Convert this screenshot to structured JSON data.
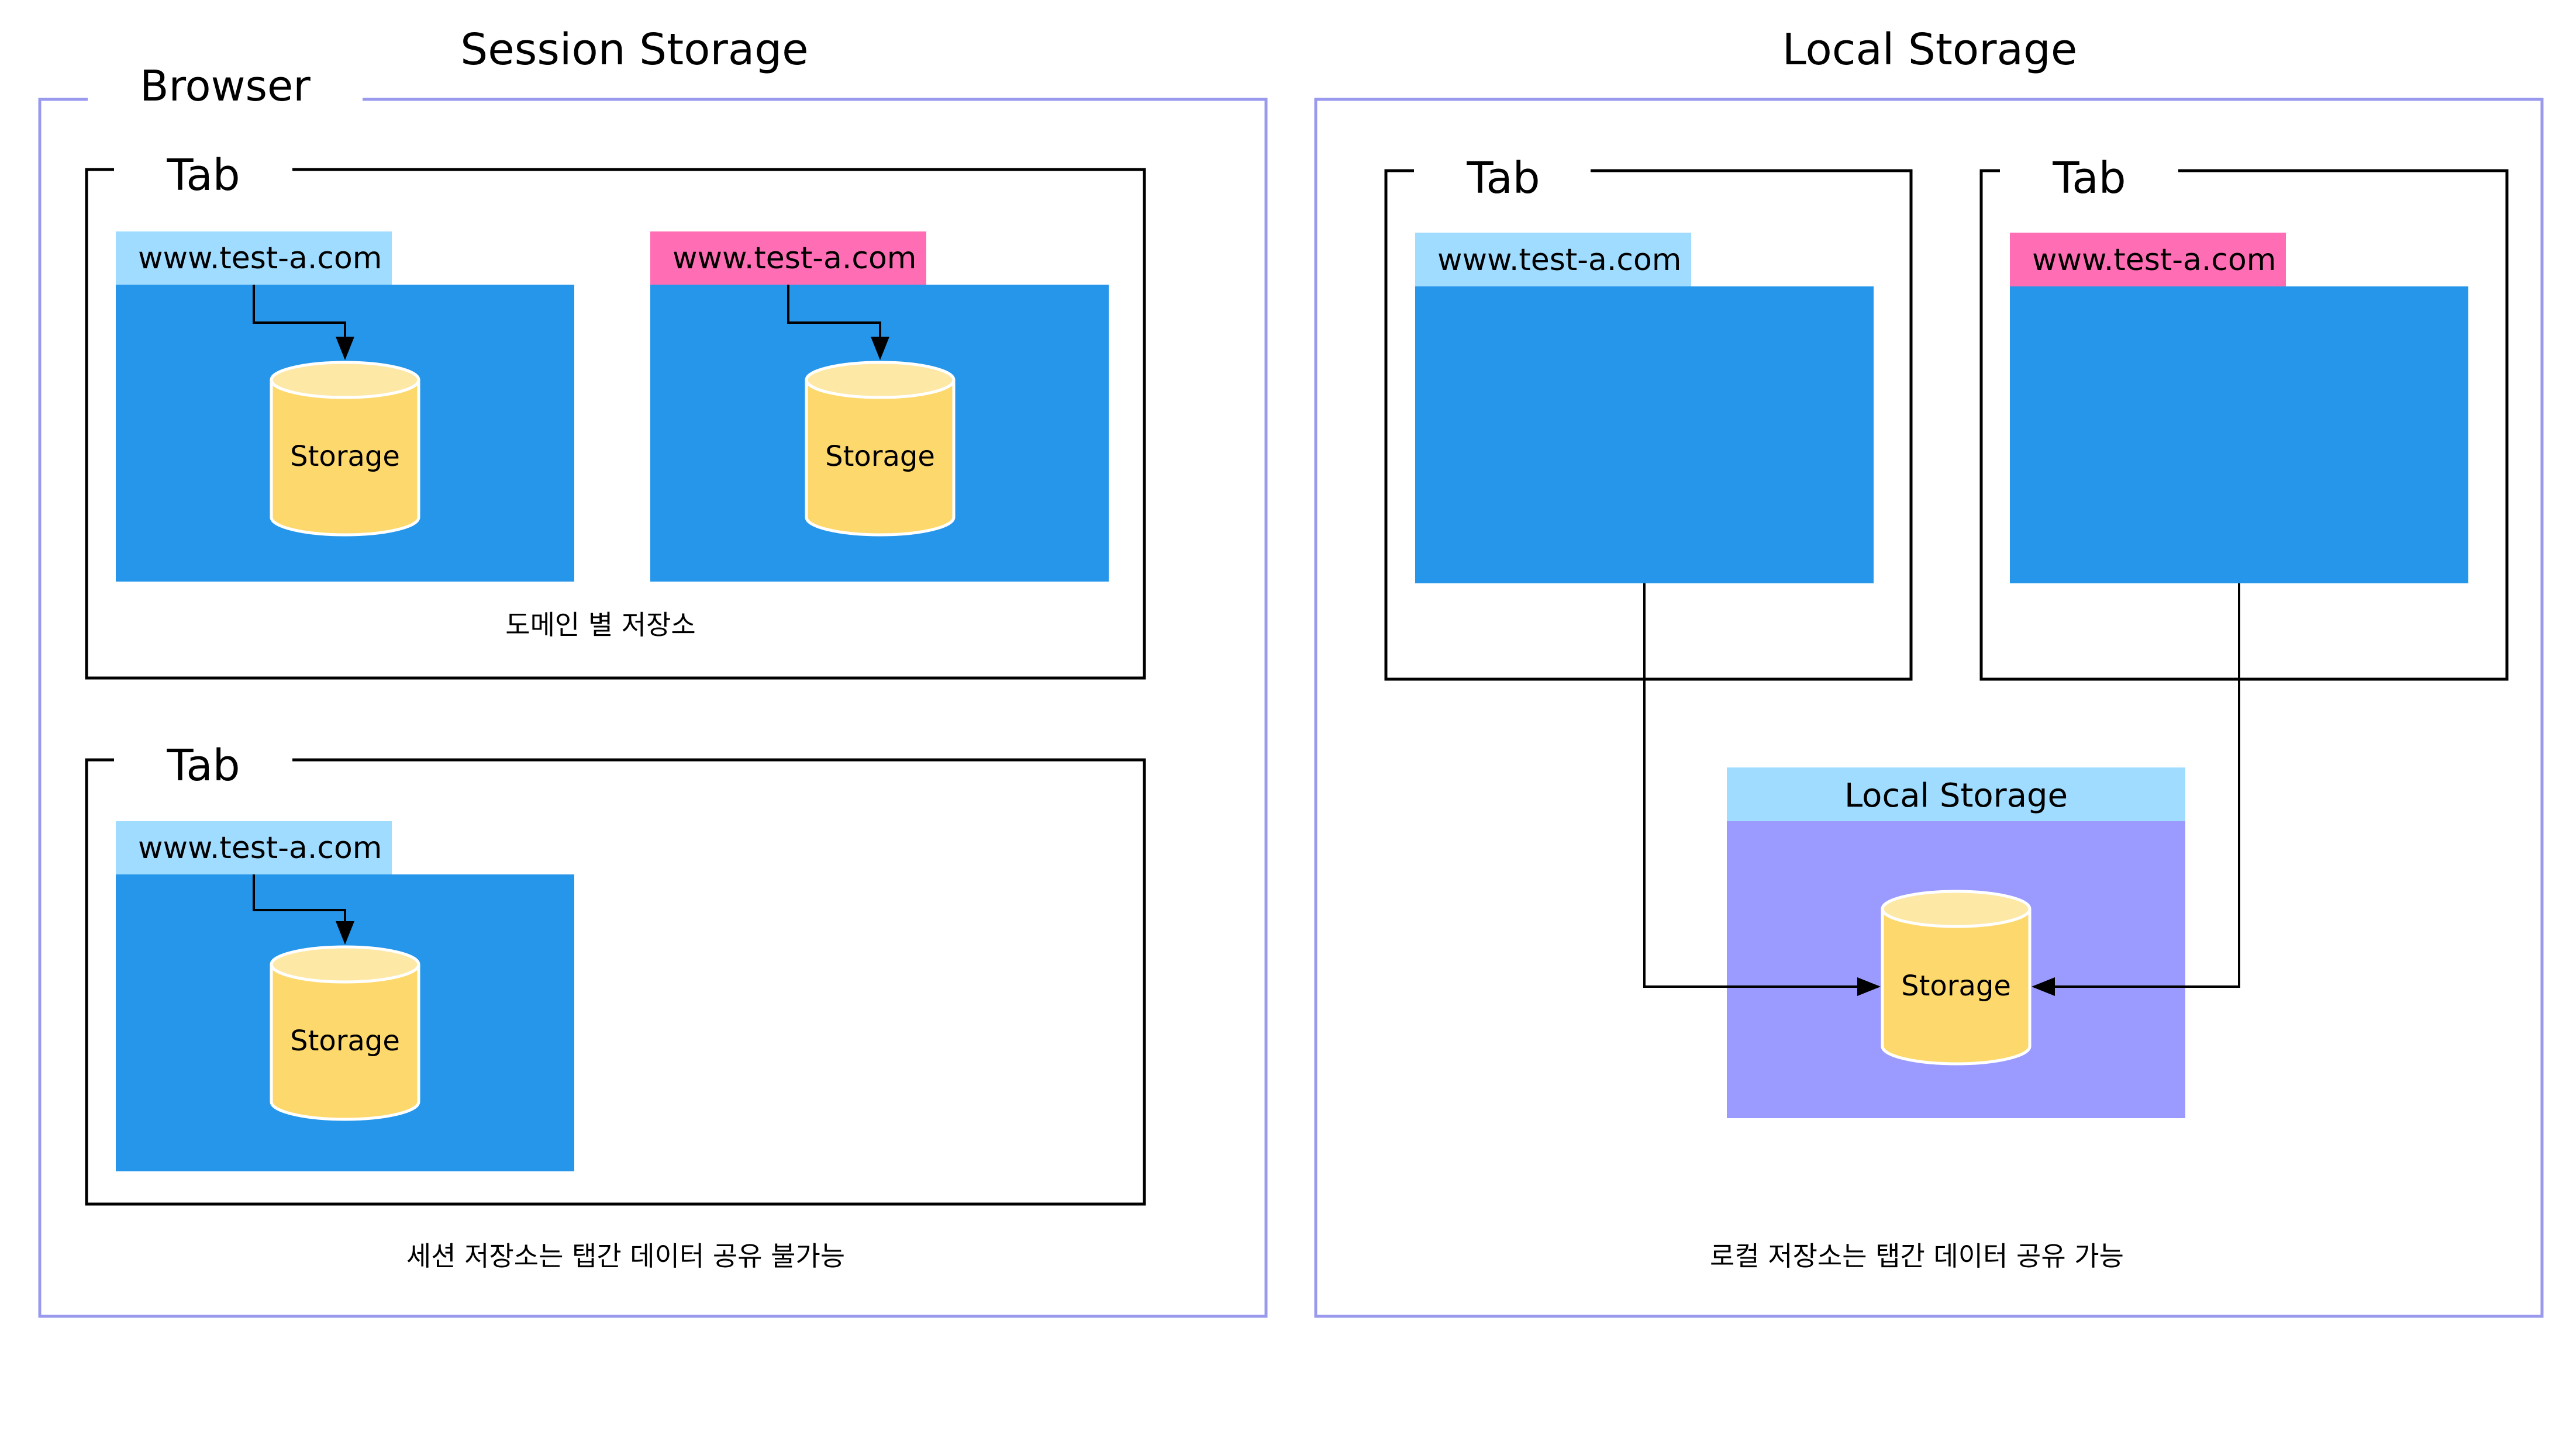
{
  "session_section": {
    "title": "Session Storage",
    "browser_label": "Browser",
    "tab1": {
      "label": "Tab",
      "domain_left": "www.test-a.com",
      "domain_right": "www.test-a.com",
      "storage_left": "Storage",
      "storage_right": "Storage",
      "caption": "도메인 별 저장소"
    },
    "tab2": {
      "label": "Tab",
      "domain": "www.test-a.com",
      "storage": "Storage"
    },
    "caption": "세션 저장소는 탭간 데이터 공유 불가능"
  },
  "local_section": {
    "title": "Local Storage",
    "tab_left": {
      "label": "Tab",
      "domain": "www.test-a.com"
    },
    "tab_right": {
      "label": "Tab",
      "domain": "www.test-a.com"
    },
    "shared_store": {
      "header": "Local Storage",
      "storage": "Storage"
    },
    "caption": "로컬 저장소는 탭간 데이터 공유 가능"
  },
  "colors": {
    "browser_border": "#9999ee",
    "page_blue": "#2596ea",
    "domain_light_blue": "#9fdcff",
    "domain_pink": "#ff6eb4",
    "storage_body": "#fdd86c",
    "storage_top": "#fde8a6",
    "local_store_bg": "#9b9bff",
    "line": "#000000"
  }
}
